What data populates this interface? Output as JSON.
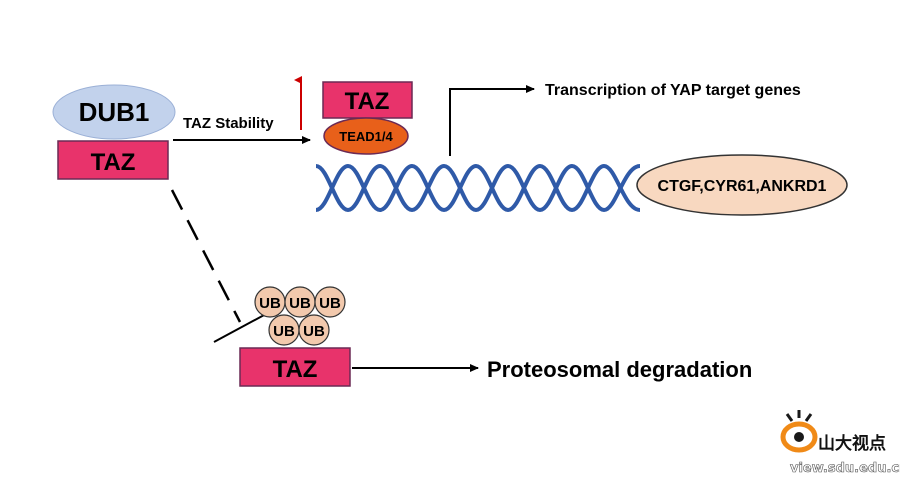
{
  "diagram": {
    "dub1_label": "DUB1",
    "taz_label": "TAZ",
    "taz_stability_label": "TAZ Stability",
    "tead_label": "TEAD1/4",
    "transcription_label": "Transcription of YAP target genes",
    "target_genes_label": "CTGF,CYR61,ANKRD1",
    "ub_label": "UB",
    "degradation_label": "Proteosomal degradation"
  },
  "watermark": {
    "brand_text": "山大视点",
    "url_text": "view.sdu.edu.cn"
  },
  "colors": {
    "taz_fill": "#e8336b",
    "taz_stroke": "#6b2a55",
    "dub1_fill": "#c2d2ec",
    "tead_fill": "#e8601a",
    "dna_strand": "#2f5aa8",
    "gene_oval_fill": "#f8d8c0",
    "ub_fill": "#f2c9ad",
    "up_arrow": "#cc0000",
    "logo_orange": "#f08a17"
  }
}
